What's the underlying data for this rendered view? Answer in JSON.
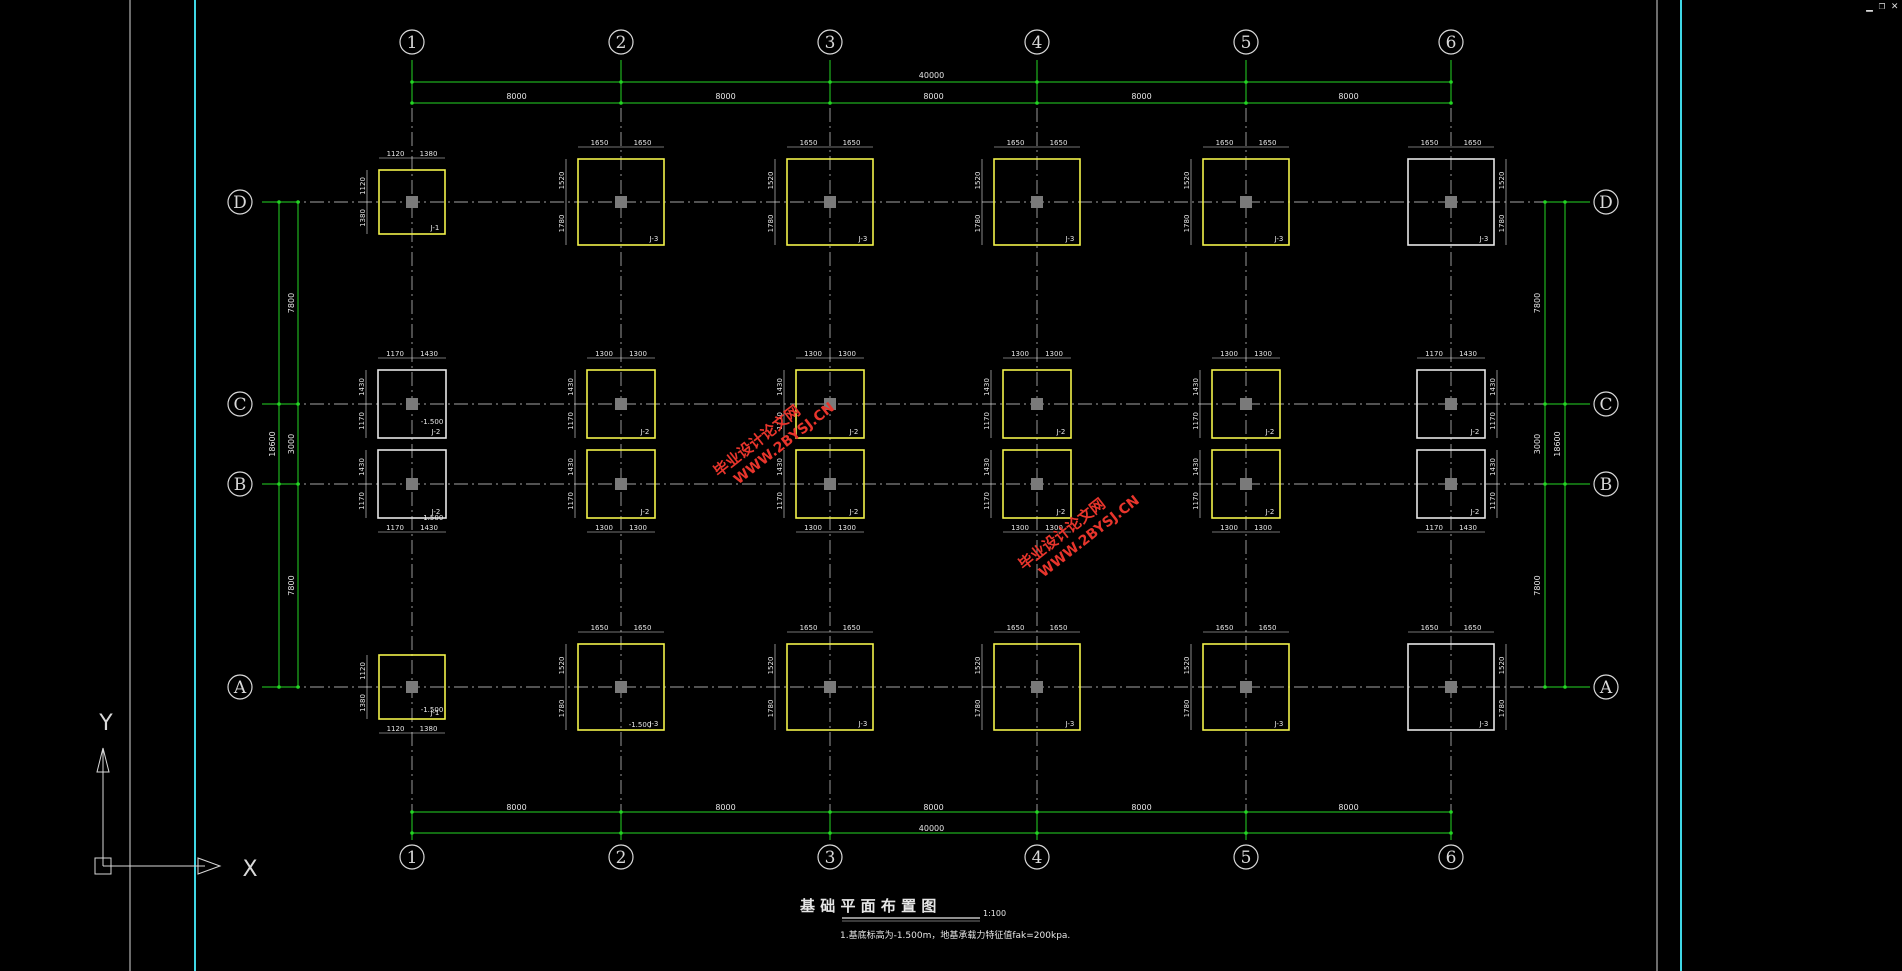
{
  "window": {
    "minimize_glyph": "▁",
    "restore_glyph": "❐",
    "close_glyph": "✕"
  },
  "colors": {
    "background": "#000000",
    "frame_cyan": "#3fd7e6",
    "grid_axis": "#d9d9d9",
    "dimension_green": "#23d623",
    "footing_yellow": "#f2f24a",
    "footing_white": "#e6e6e6",
    "column_gray": "#7a7a7a",
    "text_white": "#e6e6e6",
    "watermark_red": "#e8352c"
  },
  "ucs": {
    "y_label": "Y",
    "x_label": "X"
  },
  "plan": {
    "column_axes": [
      "1",
      "2",
      "3",
      "4",
      "5",
      "6"
    ],
    "row_axes": [
      "A",
      "B",
      "C",
      "D"
    ],
    "bay_dims": [
      "8000",
      "8000",
      "8000",
      "8000",
      "8000"
    ],
    "total_width": "40000",
    "bay_dims_bottom": [
      "8000",
      "8000",
      "8000",
      "8000",
      "8000"
    ],
    "total_width_bottom": "40000",
    "left_dims": [
      "7800",
      "3000",
      "7800"
    ],
    "left_total": "18600",
    "right_dims": [
      "7800",
      "3000",
      "7800"
    ],
    "right_total": "18600"
  },
  "footings": {
    "outer_row": {
      "corner": {
        "top": [
          "1120",
          "1380"
        ],
        "side": [
          "1120",
          "1380"
        ],
        "tag": "J-1"
      },
      "middle": {
        "top": [
          "1650",
          "1650"
        ],
        "side": [
          "1520",
          "1780"
        ],
        "tag": "J-3"
      }
    },
    "inner_row": {
      "edge": {
        "top": [
          "1170",
          "1430"
        ],
        "side": [
          "1430",
          "1170"
        ],
        "tag": "J-2",
        "level": "-1.500"
      },
      "middle": {
        "top": [
          "1300",
          "1300"
        ],
        "side": [
          "1430",
          "1170"
        ],
        "tag": "J-2"
      }
    },
    "level_note_A1": "-1.500",
    "level_note_A2": "-1.500"
  },
  "watermarks": [
    {
      "line1": "毕业设计论文网",
      "line2": "WWW.2BYSJ.CN"
    },
    {
      "line1": "毕业设计论文网",
      "line2": "WWW.2BYSJ.CN"
    }
  ],
  "title_block": {
    "title": "基 础 平 面 布 置 图",
    "scale": "1:100",
    "note": "1.基底标高为-1.500m，地基承载力特征值fak=200kpa."
  }
}
